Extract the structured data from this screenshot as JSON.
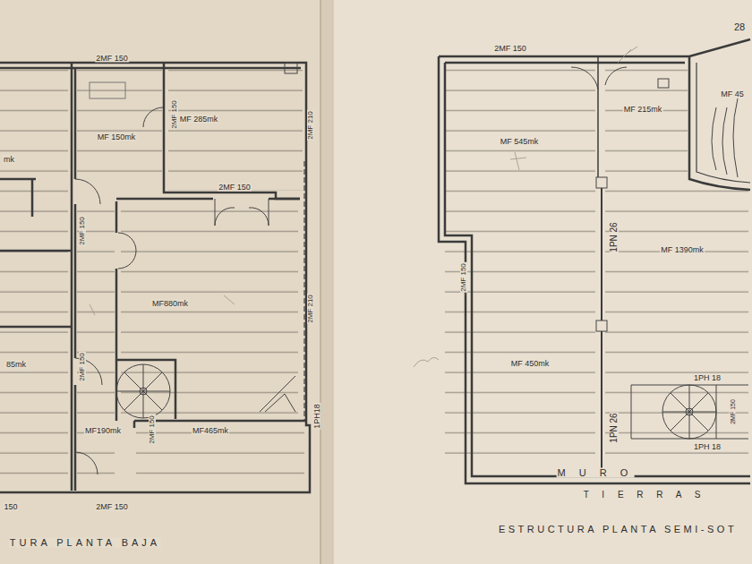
{
  "diagram": {
    "labels": [
      "2MF 150",
      "MF 150mk",
      "2MF 150",
      "MF 285mk",
      "2MF 210",
      "2MF 150",
      "2MF 150",
      "MF880mk",
      "2MF 210",
      "2MF 150",
      "85mk",
      "MF190mk",
      "2MF 150",
      "MF465mk",
      "1PH18",
      "2MF 150",
      "150",
      "mk",
      "TURA PLANTA BAJA",
      "2MF 150",
      "MF 215mk",
      "MF 545mk",
      "MF 45",
      "28",
      "1PN 26",
      "2MF 150",
      "MF 1390mk",
      "MF 450mk",
      "1PH 18",
      "1PN 26",
      "1PH 18",
      "2MF 150",
      "M U R O",
      "T I E R R A S",
      "ESTRUCTURA PLANTA SEMI-SOT"
    ]
  }
}
